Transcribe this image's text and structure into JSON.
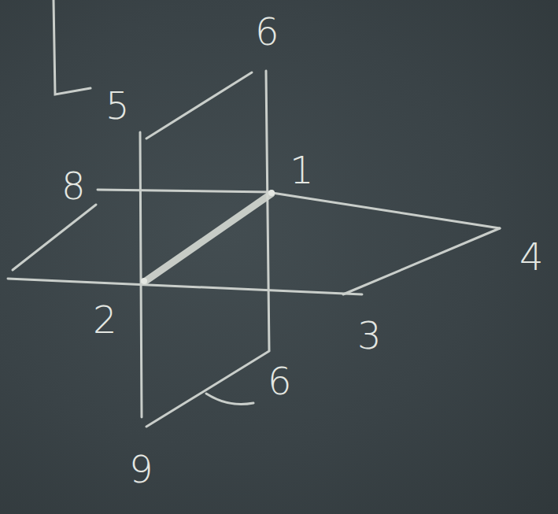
{
  "diagram": {
    "labels": [
      "6",
      "5",
      "8",
      "1",
      "4",
      "2",
      "3",
      "6",
      "9"
    ]
  }
}
